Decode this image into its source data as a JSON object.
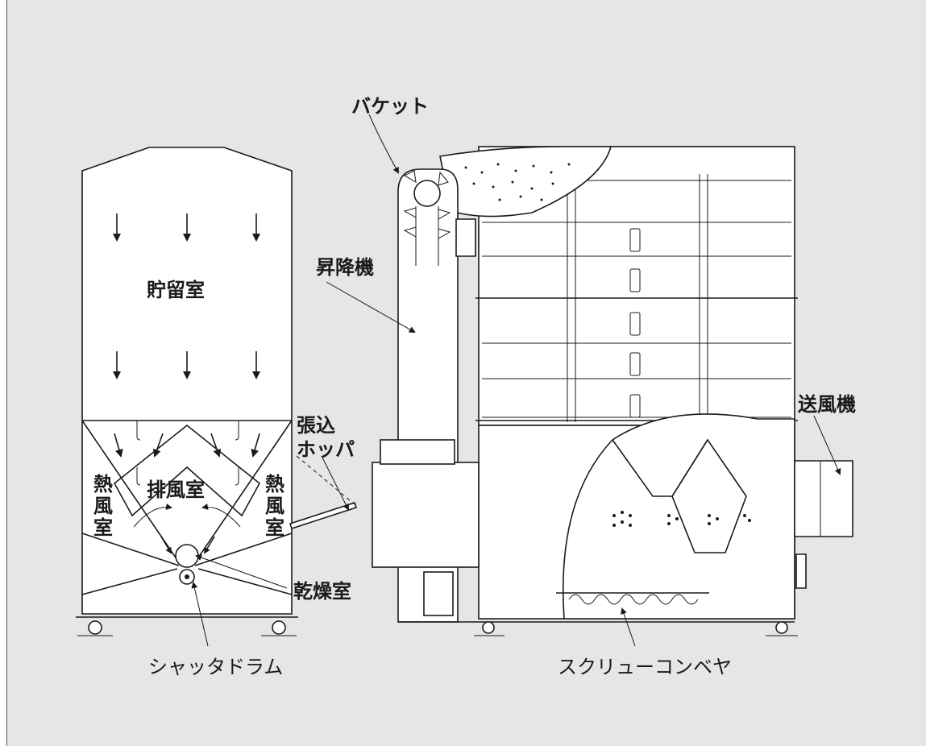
{
  "labels": {
    "bucket": "バケット",
    "elevator": "昇降機",
    "storage": "貯留室",
    "hot_air_left_1": "熱",
    "hot_air_left_2": "風",
    "hot_air_left_3": "室",
    "exhaust": "排風室",
    "hot_air_right_1": "熱",
    "hot_air_right_2": "風",
    "hot_air_right_3": "室",
    "hopper_1": "張込",
    "hopper_2": "ホッパ",
    "blower": "送風機",
    "drying": "乾燥室",
    "shutter_drum": "シャッタドラム",
    "screw_conveyor": "スクリューコンベヤ"
  },
  "colors": {
    "background": "#e6e6e6",
    "line": "#1a1a1a",
    "body": "#ffffff"
  }
}
